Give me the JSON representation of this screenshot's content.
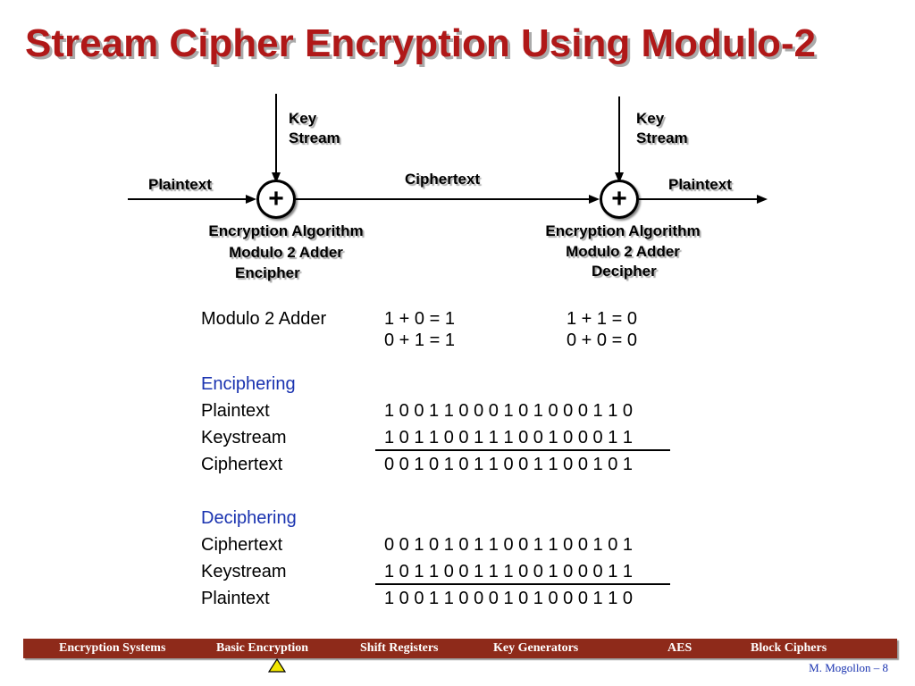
{
  "title": "Stream Cipher Encryption Using Modulo-2",
  "diagram": {
    "left": {
      "key_line1": "Key",
      "key_line2": "Stream",
      "input_label": "Plaintext",
      "adder_symbol": "+",
      "caption1": "Encryption Algorithm",
      "caption2": "Modulo 2 Adder",
      "caption3": "Encipher"
    },
    "middle_label": "Ciphertext",
    "right": {
      "key_line1": "Key",
      "key_line2": "Stream",
      "output_label": "Plaintext",
      "adder_symbol": "+",
      "caption1": "Encryption Algorithm",
      "caption2": "Modulo 2 Adder",
      "caption3": "Decipher"
    }
  },
  "modulo": {
    "label": "Modulo 2 Adder",
    "eq1": "1 + 0 = 1",
    "eq2": "0 + 1 = 1",
    "eq3": "1 + 1 = 0",
    "eq4": "0 + 0 = 0"
  },
  "enciphering": {
    "heading": "Enciphering",
    "rows": [
      {
        "label": "Plaintext",
        "bits": "1 0 0 1 1 0 0 0 1 0 1 0 0 0 1 1 0"
      },
      {
        "label": "Keystream",
        "bits": "1 0 1 1 0 0 1 1 1 0 0 1 0 0 0 1 1"
      },
      {
        "label": "Ciphertext",
        "bits": "0 0 1 0 1 0 1 1 0 0 1 1 0 0 1 0 1"
      }
    ]
  },
  "deciphering": {
    "heading": "Deciphering",
    "rows": [
      {
        "label": "Ciphertext",
        "bits": "0 0 1 0 1 0 1 1 0 0 1 1 0 0 1 0 1"
      },
      {
        "label": "Keystream",
        "bits": "1 0 1 1 0 0 1 1 1 0 0 1 0 0 0 1 1"
      },
      {
        "label": "Plaintext",
        "bits": "1 0 0 1 1 0 0 0 1 0 1 0 0 0 1 1 0"
      }
    ]
  },
  "footer": {
    "nav": [
      "Encryption Systems",
      "Basic Encryption",
      "Shift Registers",
      "Key Generators",
      "AES",
      "Block Ciphers"
    ],
    "home_icon": "triangle-home-icon",
    "page_label": "M. Mogollon – 8"
  },
  "colors": {
    "title": "#b01818",
    "heading_blue": "#1a33b0",
    "footer_bar": "#8e2a1a"
  }
}
